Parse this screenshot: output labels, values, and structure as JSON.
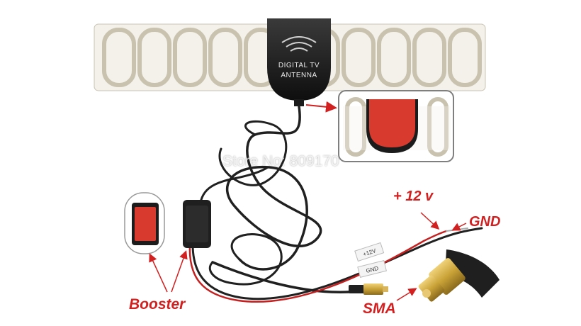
{
  "antenna": {
    "label_line1": "DIGITAL TV",
    "label_line2": "ANTENNA"
  },
  "watermark": "Store No: 809170",
  "labels": {
    "plus_12v": "+ 12 v",
    "gnd": "GND",
    "booster": "Booster",
    "sma": "SMA"
  },
  "wire_tags": {
    "tag_12v": "+12V",
    "tag_gnd": "GND"
  },
  "colors": {
    "annotation_red": "#d21f1f",
    "antenna_body": "#1b1b1b",
    "adhesive_red": "#d93a2e",
    "sma_gold": "#c9a237"
  }
}
